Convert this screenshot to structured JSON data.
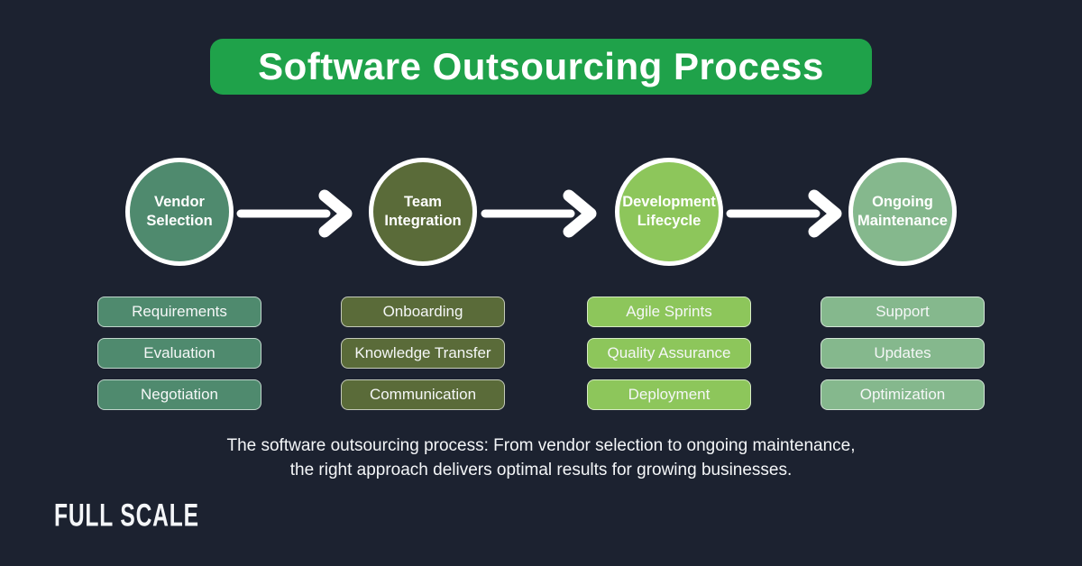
{
  "page": {
    "background": "#1c2230"
  },
  "title": {
    "text": "Software Outsourcing Process",
    "bg": "#1fa24a"
  },
  "stages": [
    {
      "title": "Vendor Selection",
      "color": "#4f8a6e",
      "items": [
        "Requirements",
        "Evaluation",
        "Negotiation"
      ]
    },
    {
      "title": "Team Integration",
      "color": "#5a6b39",
      "items": [
        "Onboarding",
        "Knowledge Transfer",
        "Communication"
      ]
    },
    {
      "title": "Development Lifecycle",
      "color": "#8dc65b",
      "items": [
        "Agile Sprints",
        "Quality Assurance",
        "Deployment"
      ]
    },
    {
      "title": "Ongoing Maintenance",
      "color": "#85b88d",
      "items": [
        "Support",
        "Updates",
        "Optimization"
      ]
    }
  ],
  "caption": {
    "line1": "The software outsourcing process: From vendor selection to ongoing maintenance,",
    "line2": "the right approach delivers optimal results for growing businesses."
  },
  "logo": {
    "text": "FULL SCALE"
  },
  "colors": {
    "arrow": "#ffffff",
    "text": "#ffffff"
  }
}
